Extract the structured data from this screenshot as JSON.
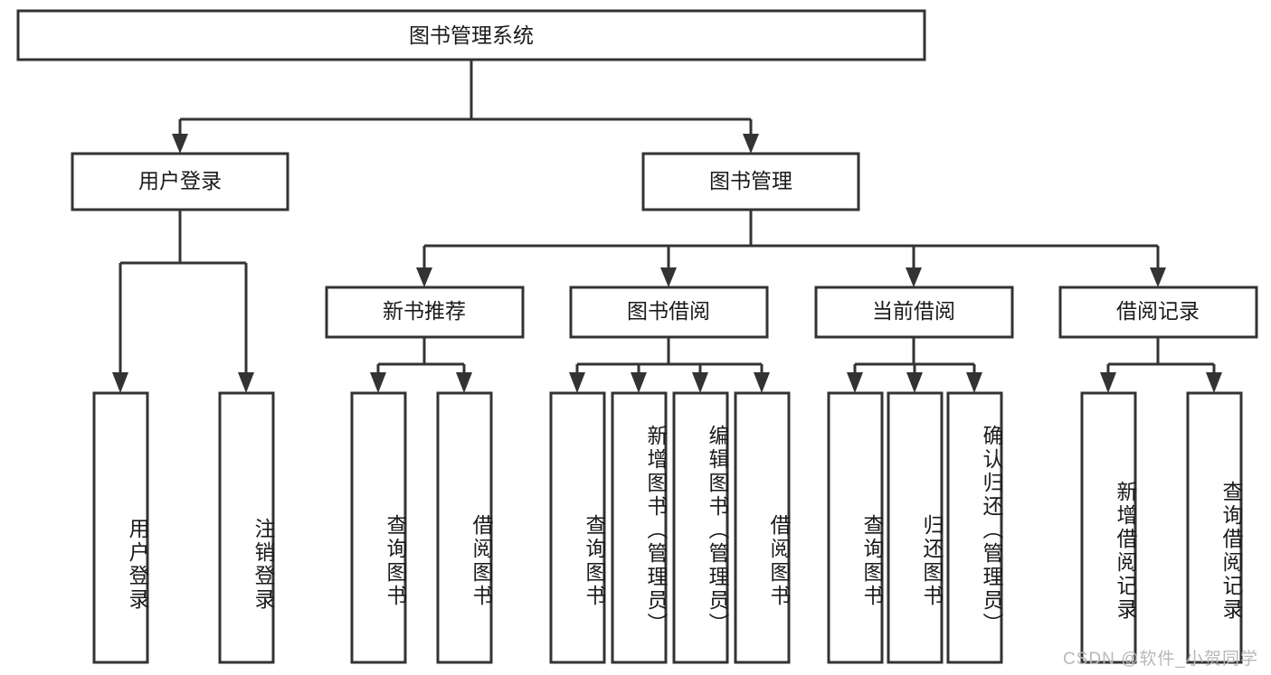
{
  "diagram": {
    "type": "tree",
    "title": "图书管理系统",
    "root": {
      "label": "图书管理系统"
    },
    "level2": [
      {
        "label": "用户登录"
      },
      {
        "label": "图书管理"
      }
    ],
    "level3": [
      {
        "label": "新书推荐"
      },
      {
        "label": "图书借阅"
      },
      {
        "label": "当前借阅"
      },
      {
        "label": "借阅记录"
      }
    ],
    "leaves": {
      "user_login": [
        "用户登录",
        "注销登录"
      ],
      "new_book_recommend": [
        "查询图书",
        "借阅图书"
      ],
      "book_borrow": [
        "查询图书",
        "新增图书（管理员）",
        "编辑图书（管理员）",
        "借阅图书"
      ],
      "current_borrow": [
        "查询图书",
        "归还图书",
        "确认归还（管理员）"
      ],
      "borrow_record": [
        "新增借阅记录",
        "查询借阅记录"
      ]
    }
  },
  "watermark": {
    "text": "CSDN @软件_小贺同学"
  },
  "colors": {
    "box_stroke": "#333333",
    "box_fill": "#ffffff",
    "text": "#1a1a1a",
    "watermark": "#b8b8b8",
    "background": "#ffffff"
  }
}
